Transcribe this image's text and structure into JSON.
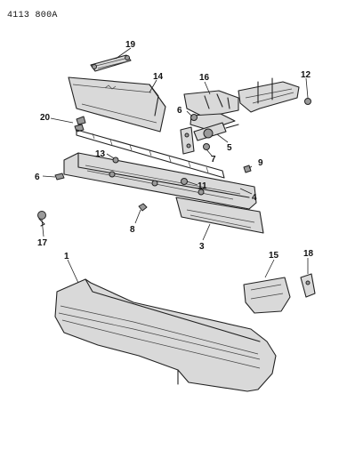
{
  "reference_code": "4113 800A",
  "callouts": {
    "c1": "1",
    "c3": "3",
    "c4": "4",
    "c5": "5",
    "c6a": "6",
    "c6b": "6",
    "c7": "7",
    "c8": "8",
    "c9": "9",
    "c11": "11",
    "c12": "12",
    "c13": "13",
    "c14": "14",
    "c15": "15",
    "c16": "16",
    "c17": "17",
    "c18": "18",
    "c19": "19",
    "c20": "20"
  }
}
